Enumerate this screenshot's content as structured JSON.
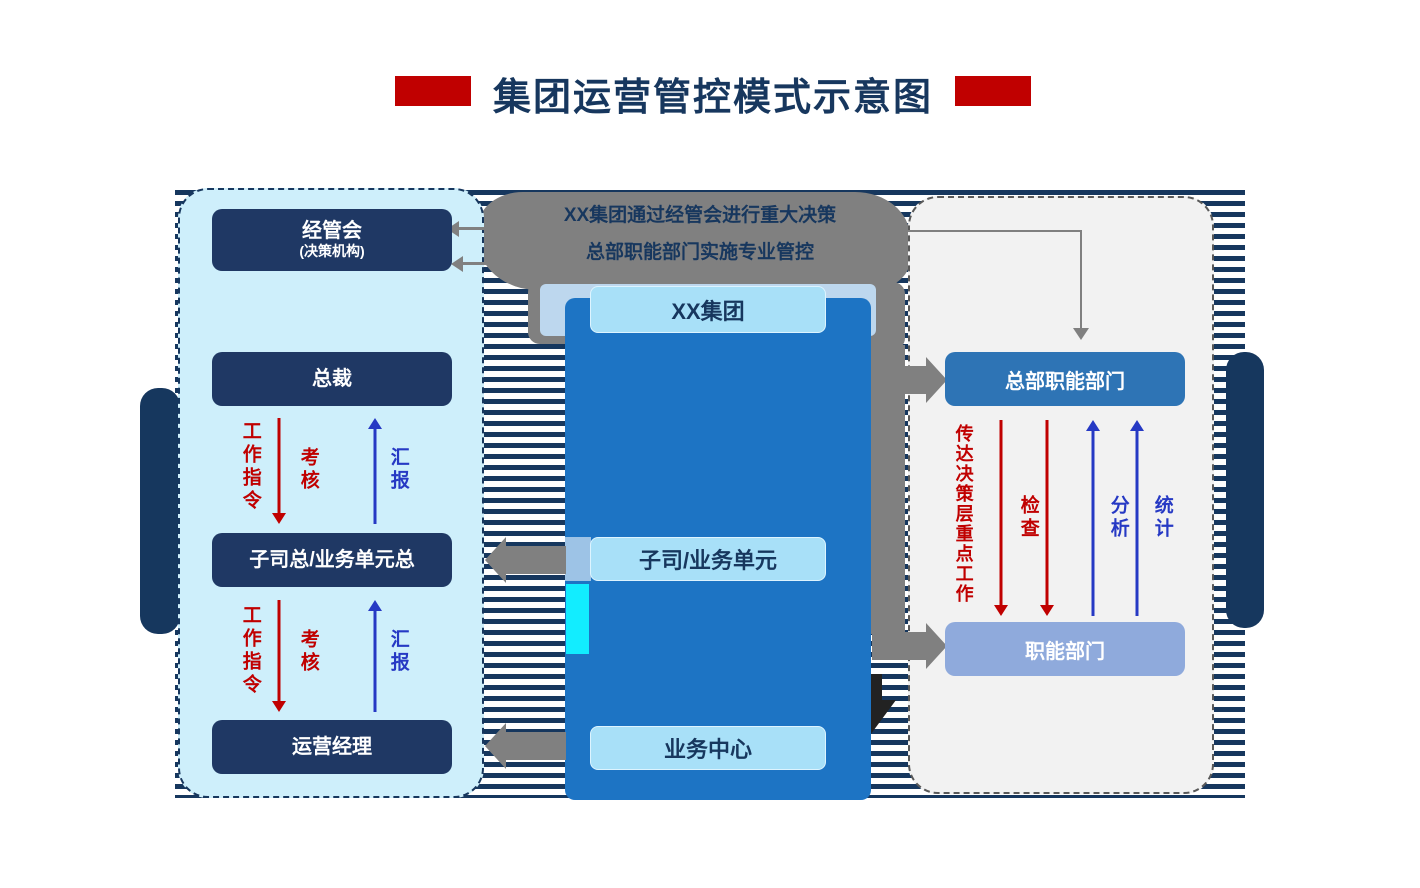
{
  "title": {
    "text": "集团运营管控模式示意图"
  },
  "callout": {
    "line1": "XX集团通过经管会进行重大决策",
    "line2": "总部职能部门实施专业管控"
  },
  "left_panel": {
    "box1_title": "经管会",
    "box1_subtitle": "(决策机构)",
    "box2": "总裁",
    "box3": "子司总/业务单元总",
    "box4": "运营经理",
    "flow": {
      "instruction": "工作指令",
      "assess": "考核",
      "report": "汇报"
    }
  },
  "center_column": {
    "box1": "XX集团",
    "box2": "子司/业务单元",
    "box3": "业务中心"
  },
  "right_panel": {
    "box1": "总部职能部门",
    "box2": "职能部门",
    "flow": {
      "convey": "传达决策层重点工作",
      "check": "检查",
      "analyze": "分析",
      "stats": "统计"
    }
  },
  "colors": {
    "red_accent": "#C00000",
    "blue_arrow": "#2639C4",
    "navy_box": "#1F3864",
    "slab_blue": "#1D74C4",
    "light_blue_box": "#A8E0F8",
    "hq_function_blue": "#2E74B5",
    "function_blue": "#8FAADC",
    "left_panel_bg": "#CEEFFB",
    "right_panel_bg": "#F2F2F2",
    "gray_arrow": "#808080",
    "stripe_navy": "#16375E"
  }
}
